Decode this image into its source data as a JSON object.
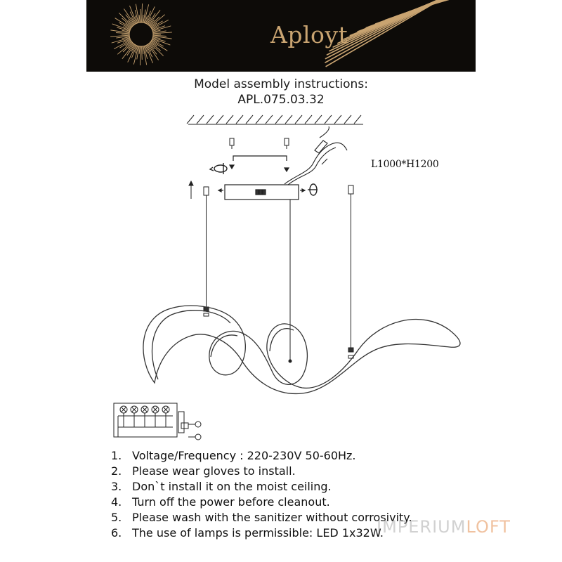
{
  "banner": {
    "brand": "Aployt",
    "colors": {
      "background": "#0d0b08",
      "gold": "#c9a471"
    },
    "icons": [
      "sunburst-logo-icon",
      "sun-rays-decoration-icon"
    ]
  },
  "header": {
    "title_line1": "Model assembly instructions:",
    "title_line2": "APL.075.03.32"
  },
  "diagram": {
    "dimensions": "L1000*H1200"
  },
  "notes": [
    {
      "num": "1.",
      "text": "Voltage/Frequency : 220-230V 50-60Hz."
    },
    {
      "num": "2.",
      "text": "Please wear gloves to install."
    },
    {
      "num": "3.",
      "text": "Don`t install it on the moist ceiling."
    },
    {
      "num": "4.",
      "text": "Turn off the power before cleanout."
    },
    {
      "num": "5.",
      "text": "Please wash with the sanitizer without corrosivity."
    },
    {
      "num": "6.",
      "text": "The use of lamps is permissible: LED 1x32W."
    }
  ],
  "watermark": {
    "part1": "IMPERIUM",
    "part2": "LOFT"
  }
}
